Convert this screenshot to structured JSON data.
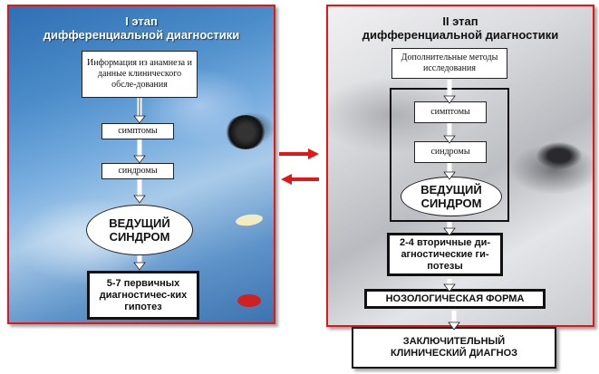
{
  "left_stage": {
    "title_line1": "I этап",
    "title_line2": "дифференциальной диагностики",
    "info_box": "Информация из анамнеза и данные клинического обсле-дования",
    "symptoms": "симптомы",
    "syndromes": "синдромы",
    "leading_syndrome": "ВЕДУЩИЙ СИНДРОМ",
    "hypotheses": "5-7 первичных диагностичес-ких гипотез"
  },
  "right_stage": {
    "title_line1": "II этап",
    "title_line2": "дифференциальной диагностики",
    "methods_box": "Дополнительные методы исследования",
    "symptoms": "симптомы",
    "syndromes": "синдромы",
    "leading_syndrome": "ВЕДУЩИЙ СИНДРОМ",
    "secondary_hypotheses": "2-4 вторичные ди-агностические ги-потезы",
    "nosological_form": "НОЗОЛОГИЧЕСКАЯ ФОРМА",
    "final_diagnosis": "ЗАКЛЮЧИТЕЛЬНЫЙ КЛИНИЧЕСКИЙ ДИАГНОЗ"
  },
  "colors": {
    "panel_border": "#e01818",
    "connector_arrows": "#e01818",
    "box_border": "#111111"
  }
}
